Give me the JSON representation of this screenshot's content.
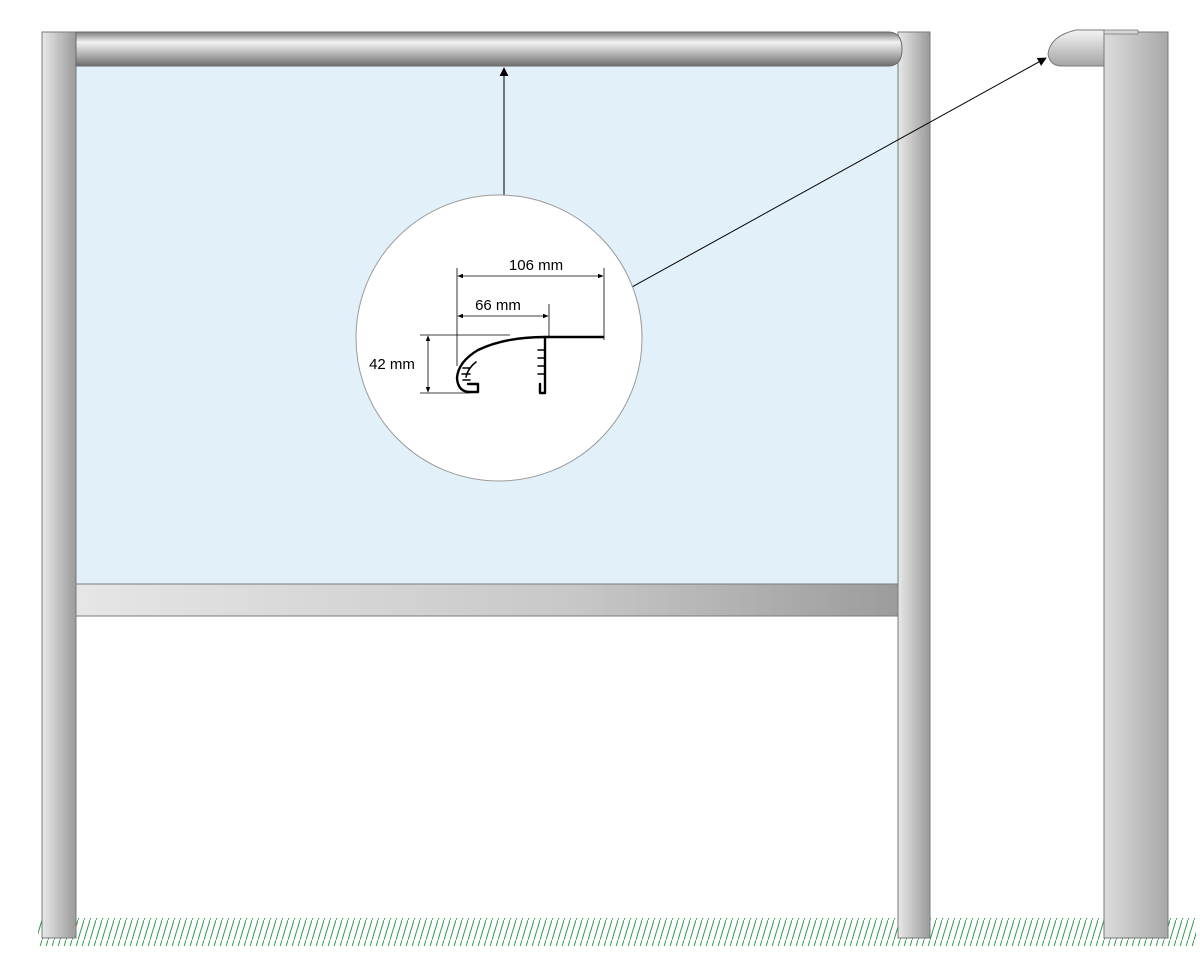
{
  "dimensions": {
    "width_label": "106 mm",
    "depth_label": "66 mm",
    "height_label": "42 mm"
  },
  "colors": {
    "panel_fill": "#e2f0f9",
    "grass": "#2e9a4e",
    "metal_light": "#e6e6e6",
    "metal_dark": "#9c9c9c",
    "line": "#000000"
  }
}
